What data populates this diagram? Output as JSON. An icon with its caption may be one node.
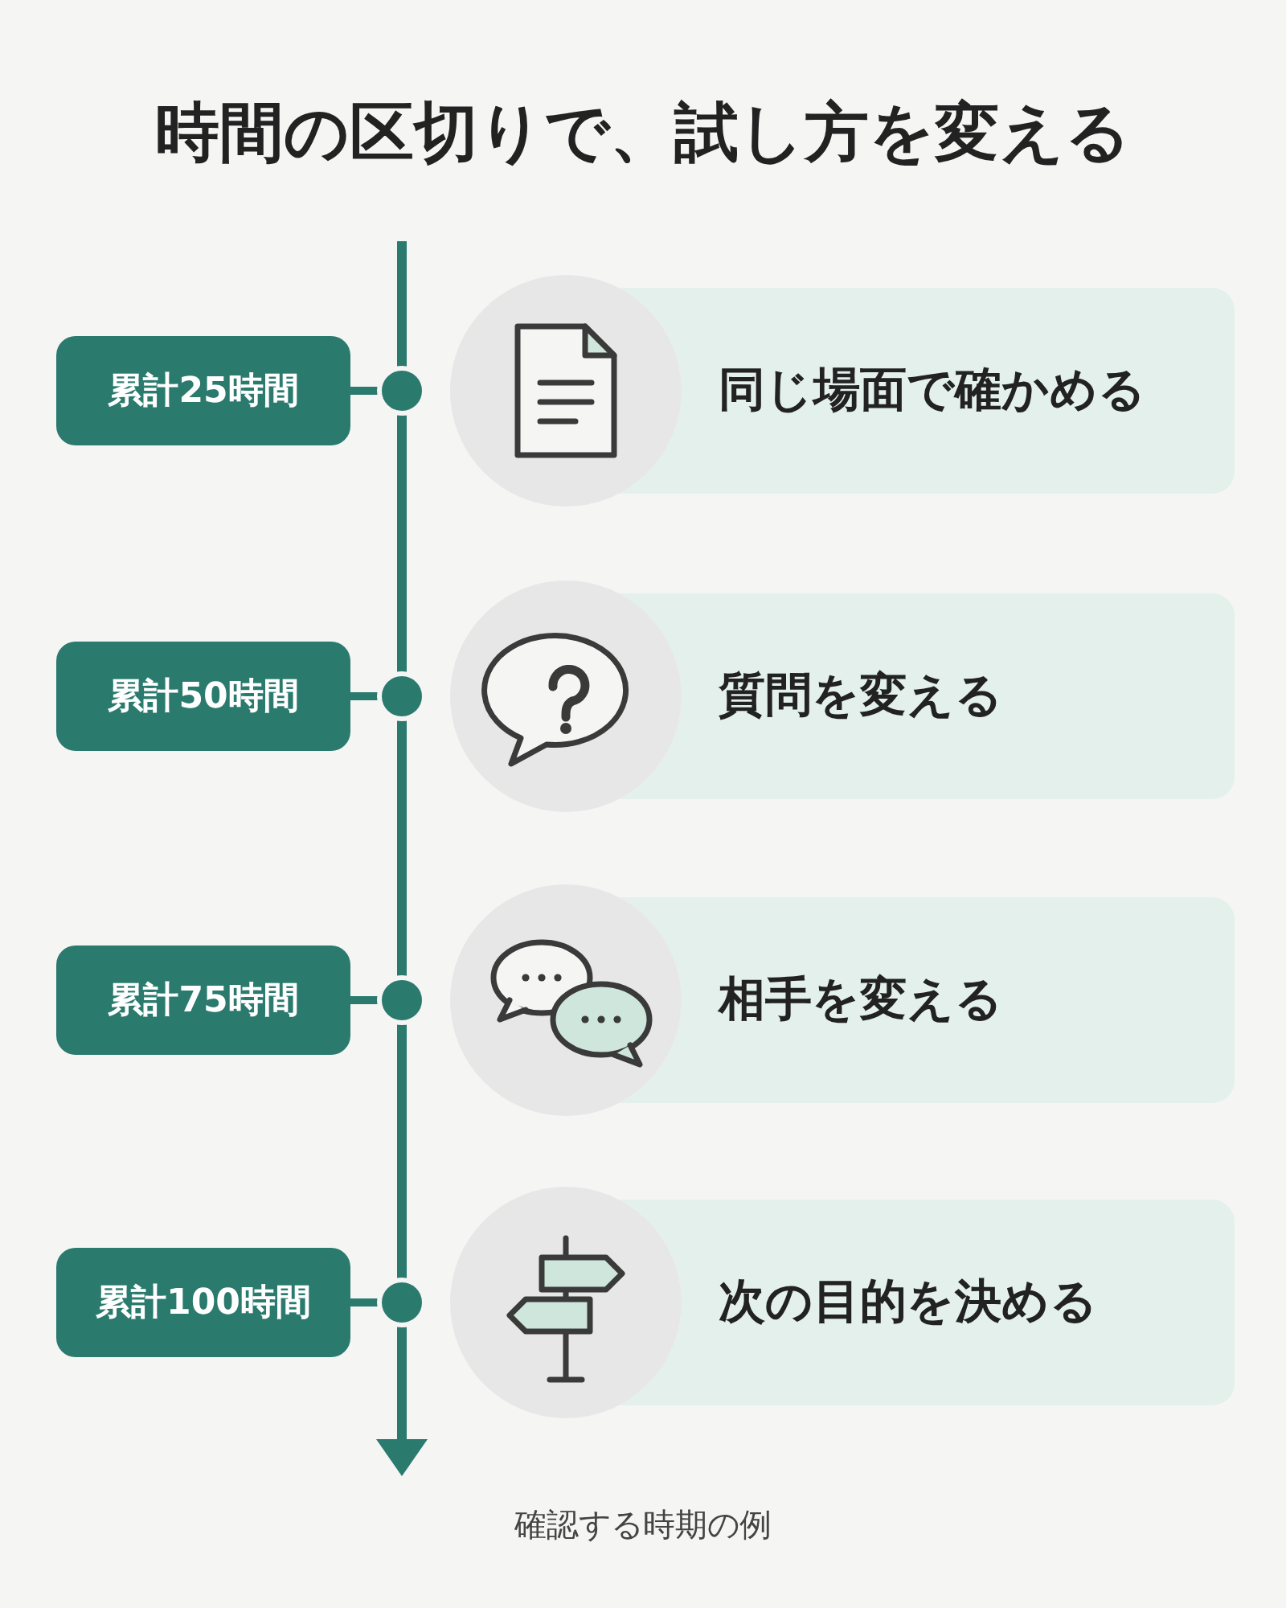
{
  "diagram": {
    "title": "時間の区切りで、試し方を変える",
    "caption": "確認する時期の例",
    "nodes": [
      {
        "text": [
          "累計25時間"
        ]
      },
      {
        "text": [
          "同じ場面で確かめる"
        ]
      },
      {
        "text": [
          "累計50時間"
        ]
      },
      {
        "text": [
          "質問を変える"
        ]
      },
      {
        "text": [
          "累計75時間"
        ]
      },
      {
        "text": [
          "相手を変える"
        ]
      },
      {
        "text": [
          "累計100時間"
        ]
      },
      {
        "text": [
          "次の目的を決める"
        ]
      }
    ]
  }
}
